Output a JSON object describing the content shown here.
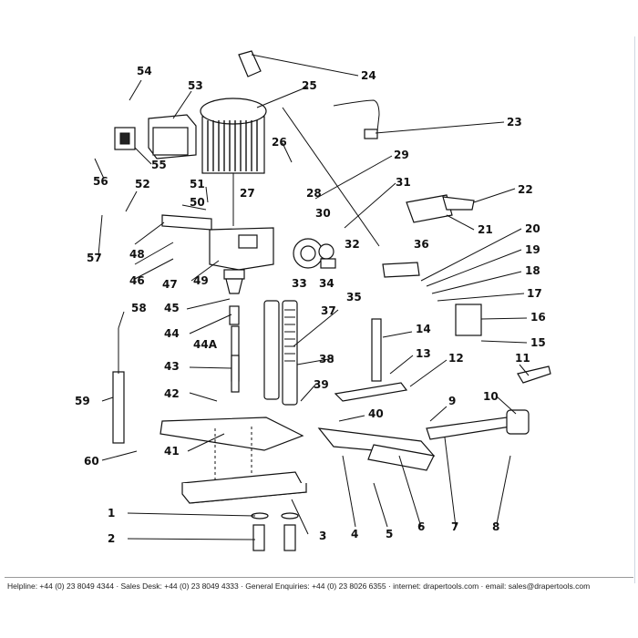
{
  "diagram": {
    "labels": [
      "1",
      "2",
      "3",
      "4",
      "5",
      "6",
      "7",
      "8",
      "9",
      "10",
      "11",
      "12",
      "13",
      "14",
      "15",
      "16",
      "17",
      "18",
      "19",
      "20",
      "21",
      "22",
      "23",
      "24",
      "25",
      "26",
      "27",
      "28",
      "29",
      "30",
      "31",
      "32",
      "33",
      "34",
      "35",
      "36",
      "37",
      "38",
      "39",
      "40",
      "41",
      "42",
      "43",
      "44",
      "44A",
      "45",
      "46",
      "47",
      "48",
      "49",
      "50",
      "51",
      "52",
      "53",
      "54",
      "55",
      "56",
      "57",
      "58",
      "59",
      "60"
    ]
  },
  "footer": {
    "text": "Helpline: +44 (0) 23 8049 4344 · Sales Desk: +44 (0) 23 8049 4333 · General Enquiries: +44 (0) 23 8026 6355 · internet: drapertools.com · email: sales@drapertools.com"
  }
}
